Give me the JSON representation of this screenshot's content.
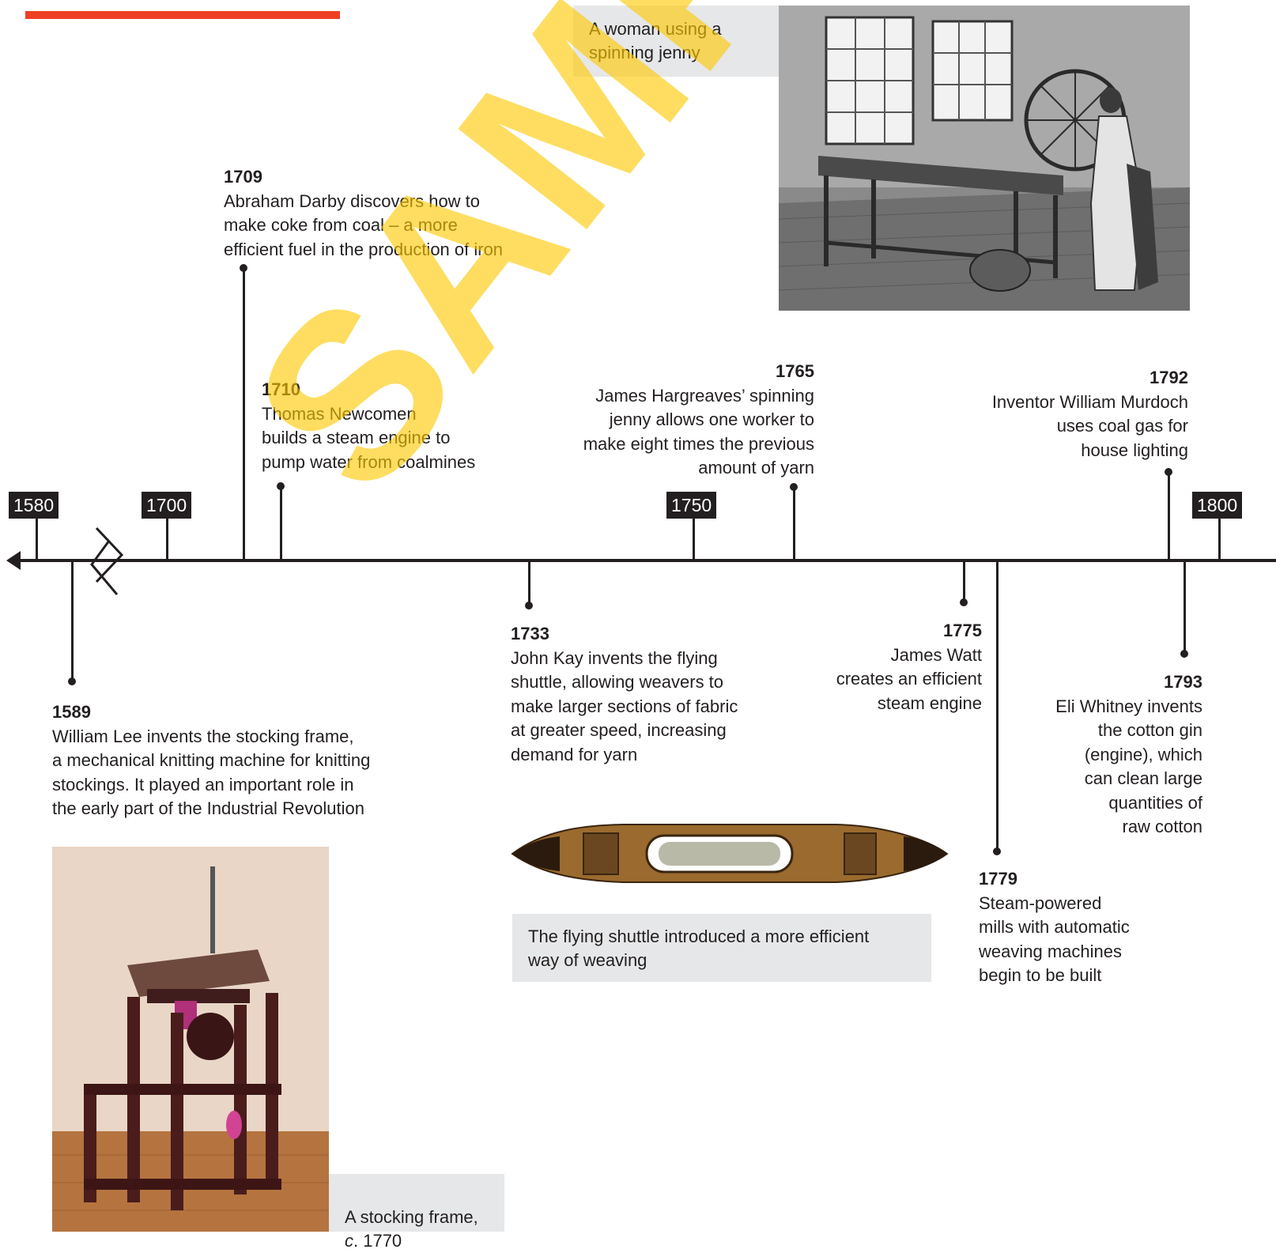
{
  "axis_labels": {
    "y1580": "1580",
    "y1700": "1700",
    "y1750": "1750",
    "y1800": "1800"
  },
  "events": {
    "e1589": {
      "year": "1589",
      "text": "William Lee invents the stocking frame,\na mechanical knitting machine for knitting\nstockings. It played an important role in\nthe early part of the Industrial Revolution"
    },
    "e1709": {
      "year": "1709",
      "text": "Abraham Darby discovers how to\nmake coke from coal – a more\nefficient fuel in the production of iron"
    },
    "e1710": {
      "year": "1710",
      "text": "Thomas Newcomen\nbuilds a steam engine to\npump water from coalmines"
    },
    "e1733": {
      "year": "1733",
      "text": "John Kay invents the flying\nshuttle, allowing weavers to\nmake larger sections of fabric\nat greater speed, increasing\ndemand for yarn"
    },
    "e1765": {
      "year": "1765",
      "text": "James Hargreaves’ spinning\njenny allows one worker to\nmake eight times the previous\namount of yarn"
    },
    "e1775": {
      "year": "1775",
      "text": "James Watt\ncreates an efficient\nsteam engine"
    },
    "e1779": {
      "year": "1779",
      "text": "Steam-powered\nmills with automatic\nweaving machines\nbegin to be built"
    },
    "e1792": {
      "year": "1792",
      "text": "Inventor William Murdoch\nuses coal gas for\nhouse lighting"
    },
    "e1793": {
      "year": "1793",
      "text": "Eli Whitney invents\nthe cotton gin\n(engine), which\ncan clean large\nquantities of\nraw cotton"
    }
  },
  "captions": {
    "jenny": "A woman using a\nspinning jenny",
    "shuttle": "The flying shuttle introduced a more efficient\nway of weaving",
    "stocking_line1": "A stocking frame,",
    "stocking_c": "c",
    "stocking_year": ". 1770"
  },
  "watermark": "SAMPLE",
  "colors": {
    "accent": "#ee4023",
    "axis": "#231f20",
    "caption_bg": "#e6e7e8",
    "watermark": "#fdc800"
  }
}
